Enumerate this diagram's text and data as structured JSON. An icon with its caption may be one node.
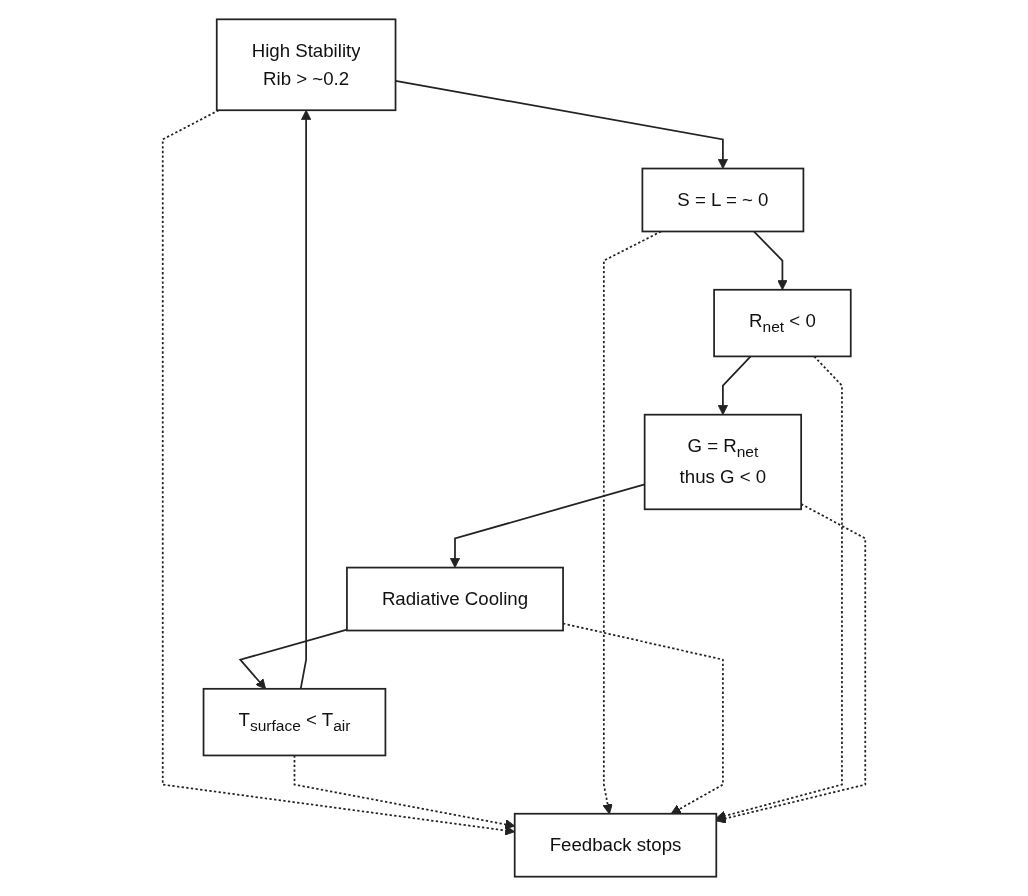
{
  "diagram": {
    "nodes": [
      {
        "text": [
          "High Stability",
          "Rib > ~0.2"
        ]
      },
      {
        "text": [
          "T$_{surface}$ < T$_{air}$"
        ]
      },
      {
        "text": [
          "S = L = ~ 0"
        ]
      },
      {
        "text": [
          "Feedback stops"
        ]
      },
      {
        "text": [
          "Radiative Cooling"
        ]
      },
      {
        "text": [
          "R$_{net}$ < 0"
        ]
      },
      {
        "text": [
          "G = R$_{net}$",
          "thus G < 0"
        ]
      }
    ],
    "edges": [
      {
        "from": 1,
        "to": 0,
        "arrow": "to"
      },
      {
        "from": 0,
        "to": 2,
        "arrow": "to"
      },
      {
        "from": 2,
        "to": 5,
        "arrow": "to"
      },
      {
        "from": 5,
        "to": 6,
        "arrow": "to"
      },
      {
        "from": 6,
        "to": 4,
        "arrow": "to"
      },
      {
        "from": 4,
        "to": 1,
        "arrow": "to"
      },
      {
        "from": 0,
        "to": 3,
        "arrow": "to",
        "style": "dashed"
      },
      {
        "from": 1,
        "to": 3,
        "arrow": "to",
        "style": "dashed"
      },
      {
        "from": 2,
        "to": 3,
        "arrow": "to",
        "style": "dashed"
      },
      {
        "from": 4,
        "to": 3,
        "arrow": "to",
        "style": "dashed"
      },
      {
        "from": 5,
        "to": 3,
        "arrow": "to",
        "style": "dashed"
      },
      {
        "from": 6,
        "to": 3,
        "arrow": "to",
        "style": "dashed"
      }
    ]
  }
}
